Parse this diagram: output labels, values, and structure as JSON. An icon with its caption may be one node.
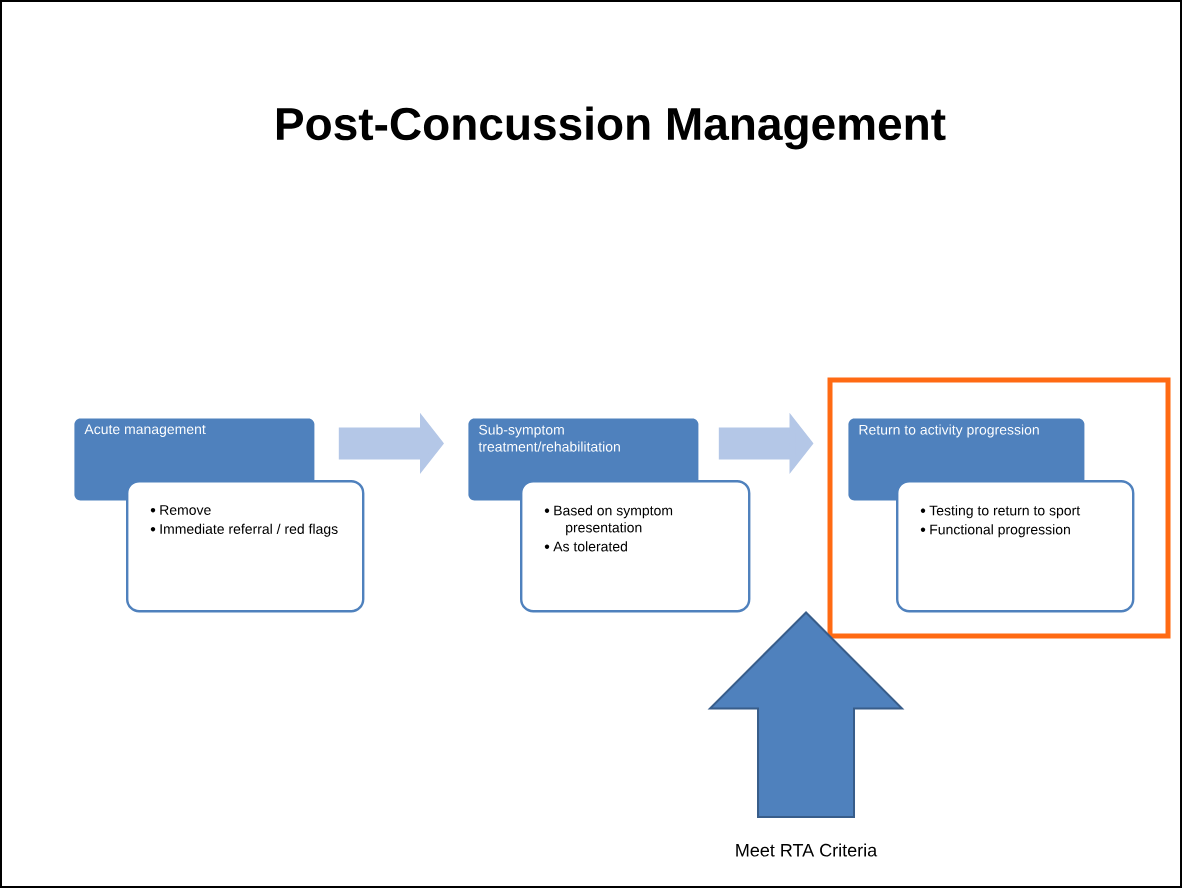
{
  "diagram": {
    "title": "Post-Concussion Management",
    "nodes": [
      {
        "text": [
          "Acute management"
        ]
      },
      {
        "text": [
          "Remove",
          "Immediate referral / red flags"
        ]
      },
      {
        "text": [
          "Sub-symptom treatment/rehabilitation"
        ]
      },
      {
        "text": [
          "Based on symptom presentation",
          "As tolerated"
        ]
      },
      {
        "text": [],
        "shape": "box"
      },
      {
        "text": [
          "Return to activity progression"
        ],
        "in": 4
      },
      {
        "text": [
          "Testing to return to sport",
          "Functional progression"
        ],
        "in": 4
      },
      {
        "text": [
          "Meet RTA Criteria"
        ]
      }
    ],
    "edges": [
      {
        "from": 0,
        "to": 2,
        "arrow": "to"
      },
      {
        "from": 2,
        "to": 4,
        "arrow": "to"
      },
      {
        "from": 7,
        "to": 4,
        "arrow": "to",
        "style": "thick",
        "color": "#4f81bd"
      }
    ]
  }
}
